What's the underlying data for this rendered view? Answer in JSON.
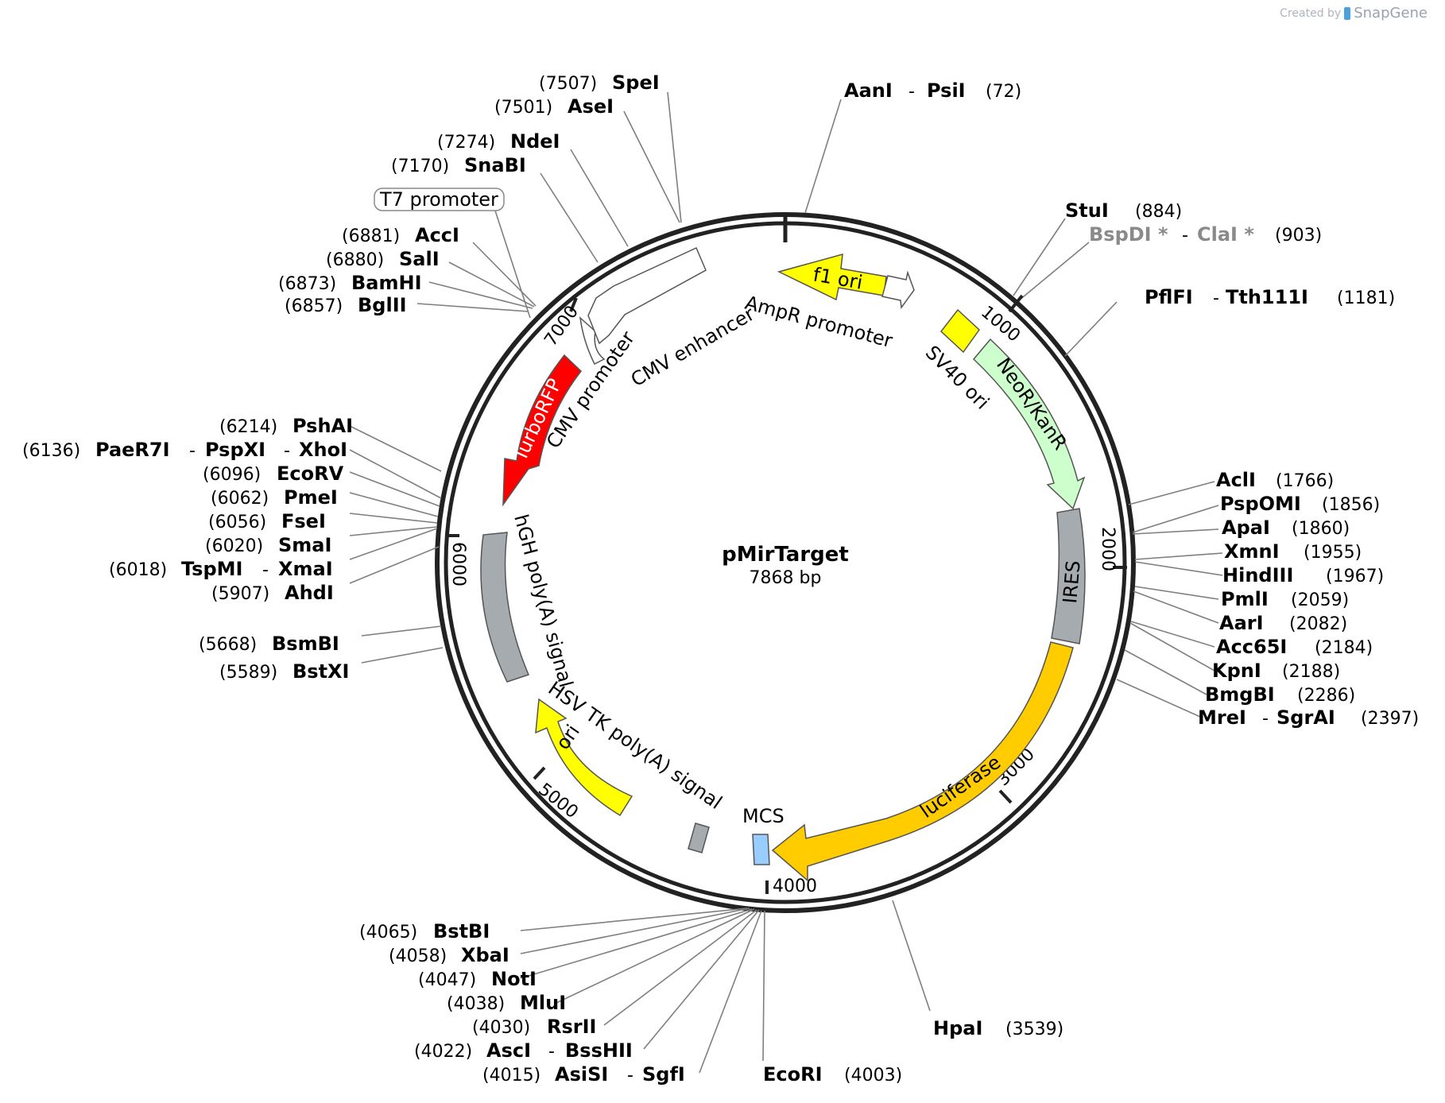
{
  "credit": {
    "prefix": "Created by",
    "brand": "SnapGene"
  },
  "plasmid": {
    "name": "pMirTarget",
    "size_label": "7868 bp"
  },
  "tick_labels": [
    "1000",
    "2000",
    "3000",
    "4000",
    "5000",
    "6000",
    "7000"
  ],
  "features": [
    {
      "label": "f1 ori",
      "color": "#ffff00"
    },
    {
      "label": "AmpR promoter",
      "color": "#ffffff"
    },
    {
      "label": "SV40 ori",
      "color": "#ffff00"
    },
    {
      "label": "NeoR/KanR",
      "color": "#ccffcc"
    },
    {
      "label": "IRES",
      "color": "#a6abb0"
    },
    {
      "label": "luciferase",
      "color": "#ffcc00"
    },
    {
      "label": "MCS",
      "color": "#99ccff"
    },
    {
      "label": "HSV TK poly(A) signal",
      "color": "#a6abb0"
    },
    {
      "label": "ori",
      "color": "#ffff00"
    },
    {
      "label": "hGH poly(A) signal",
      "color": "#a6abb0"
    },
    {
      "label": "TurboRFP",
      "color": "#ff0000"
    },
    {
      "label": "CMV promoter",
      "color": "#ffffff"
    },
    {
      "label": "CMV enhancer",
      "color": "#ffffff"
    },
    {
      "label": "T7 promoter",
      "color": "#ffffff"
    }
  ],
  "sites": [
    {
      "pos": "(72)",
      "names": [
        "AanI",
        "PsiI"
      ]
    },
    {
      "pos": "(884)",
      "names": [
        "StuI"
      ]
    },
    {
      "pos": "(903)",
      "names": [
        "BspDI *",
        "ClaI *"
      ]
    },
    {
      "pos": "(1181)",
      "names": [
        "PflFI",
        "Tth111I"
      ]
    },
    {
      "pos": "(1766)",
      "names": [
        "AclI"
      ]
    },
    {
      "pos": "(1856)",
      "names": [
        "PspOMI"
      ]
    },
    {
      "pos": "(1860)",
      "names": [
        "ApaI"
      ]
    },
    {
      "pos": "(1955)",
      "names": [
        "XmnI"
      ]
    },
    {
      "pos": "(1967)",
      "names": [
        "HindIII"
      ]
    },
    {
      "pos": "(2059)",
      "names": [
        "PmlI"
      ]
    },
    {
      "pos": "(2082)",
      "names": [
        "AarI"
      ]
    },
    {
      "pos": "(2184)",
      "names": [
        "Acc65I"
      ]
    },
    {
      "pos": "(2188)",
      "names": [
        "KpnI"
      ]
    },
    {
      "pos": "(2286)",
      "names": [
        "BmgBI"
      ]
    },
    {
      "pos": "(2397)",
      "names": [
        "MreI",
        "SgrAI"
      ]
    },
    {
      "pos": "(3539)",
      "names": [
        "HpaI"
      ]
    },
    {
      "pos": "(4003)",
      "names": [
        "EcoRI"
      ]
    },
    {
      "pos": "(4065)",
      "names": [
        "BstBI"
      ]
    },
    {
      "pos": "(4058)",
      "names": [
        "XbaI"
      ]
    },
    {
      "pos": "(4047)",
      "names": [
        "NotI"
      ]
    },
    {
      "pos": "(4038)",
      "names": [
        "MluI"
      ]
    },
    {
      "pos": "(4030)",
      "names": [
        "RsrII"
      ]
    },
    {
      "pos": "(4022)",
      "names": [
        "AscI",
        "BssHII"
      ]
    },
    {
      "pos": "(4015)",
      "names": [
        "AsiSI",
        "SgfI"
      ]
    },
    {
      "pos": "(5589)",
      "names": [
        "BstXI"
      ]
    },
    {
      "pos": "(5668)",
      "names": [
        "BsmBI"
      ]
    },
    {
      "pos": "(5907)",
      "names": [
        "AhdI"
      ]
    },
    {
      "pos": "(6018)",
      "names": [
        "TspMI",
        "XmaI"
      ]
    },
    {
      "pos": "(6020)",
      "names": [
        "SmaI"
      ]
    },
    {
      "pos": "(6056)",
      "names": [
        "FseI"
      ]
    },
    {
      "pos": "(6062)",
      "names": [
        "PmeI"
      ]
    },
    {
      "pos": "(6096)",
      "names": [
        "EcoRV"
      ]
    },
    {
      "pos": "(6136)",
      "names": [
        "PaeR7I",
        "PspXI",
        "XhoI"
      ]
    },
    {
      "pos": "(6214)",
      "names": [
        "PshAI"
      ]
    },
    {
      "pos": "(6857)",
      "names": [
        "BglII"
      ]
    },
    {
      "pos": "(6873)",
      "names": [
        "BamHI"
      ]
    },
    {
      "pos": "(6880)",
      "names": [
        "SalI"
      ]
    },
    {
      "pos": "(6881)",
      "names": [
        "AccI"
      ]
    },
    {
      "pos": "(7170)",
      "names": [
        "SnaBI"
      ]
    },
    {
      "pos": "(7274)",
      "names": [
        "NdeI"
      ]
    },
    {
      "pos": "(7501)",
      "names": [
        "AseI"
      ]
    },
    {
      "pos": "(7507)",
      "names": [
        "SpeI"
      ]
    }
  ]
}
